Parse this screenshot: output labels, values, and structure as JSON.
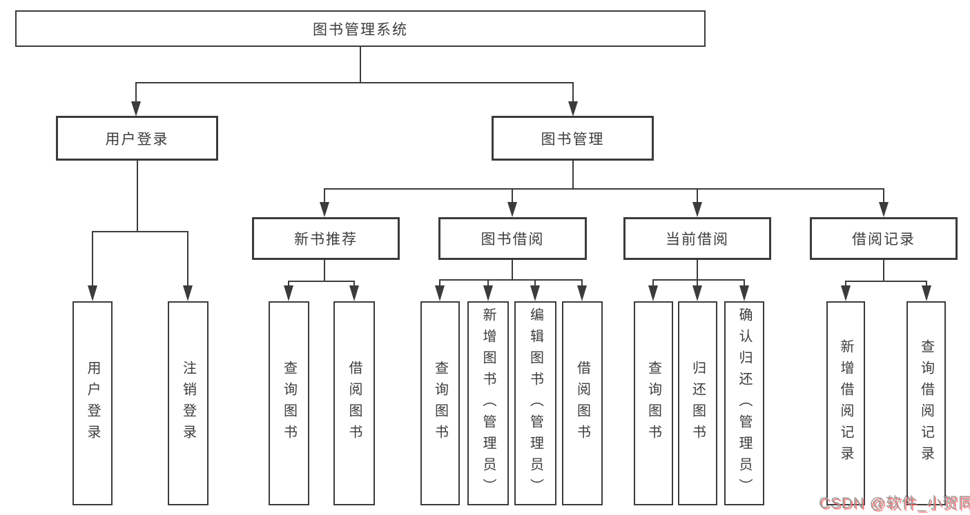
{
  "diagram": {
    "root": {
      "label": "图书管理系统"
    },
    "level2": [
      {
        "label": "用户登录"
      },
      {
        "label": "图书管理"
      }
    ],
    "level3": [
      {
        "label": "新书推荐"
      },
      {
        "label": "图书借阅"
      },
      {
        "label": "当前借阅"
      },
      {
        "label": "借阅记录"
      }
    ],
    "leaves": {
      "user_login": [
        {
          "label": "用户登录"
        },
        {
          "label": "注销登录"
        }
      ],
      "new_book": [
        {
          "label": "查询图书"
        },
        {
          "label": "借阅图书"
        }
      ],
      "borrow": [
        {
          "label": "查询图书"
        },
        {
          "label": "新增图书（管理员）"
        },
        {
          "label": "编辑图书（管理员）"
        },
        {
          "label": "借阅图书"
        }
      ],
      "current": [
        {
          "label": "查询图书"
        },
        {
          "label": "归还图书"
        },
        {
          "label": "确认归还（管理员）"
        }
      ],
      "records": [
        {
          "label": "新增借阅记录"
        },
        {
          "label": "查询借阅记录"
        }
      ]
    },
    "colors": {
      "line": "#3b3b3b",
      "text": "#3c3c3c",
      "watermark_gray": "#9b9b9b",
      "watermark_red": "#fc5c5c"
    },
    "watermark": {
      "text": "CSDN @软件_小贺同学"
    }
  }
}
